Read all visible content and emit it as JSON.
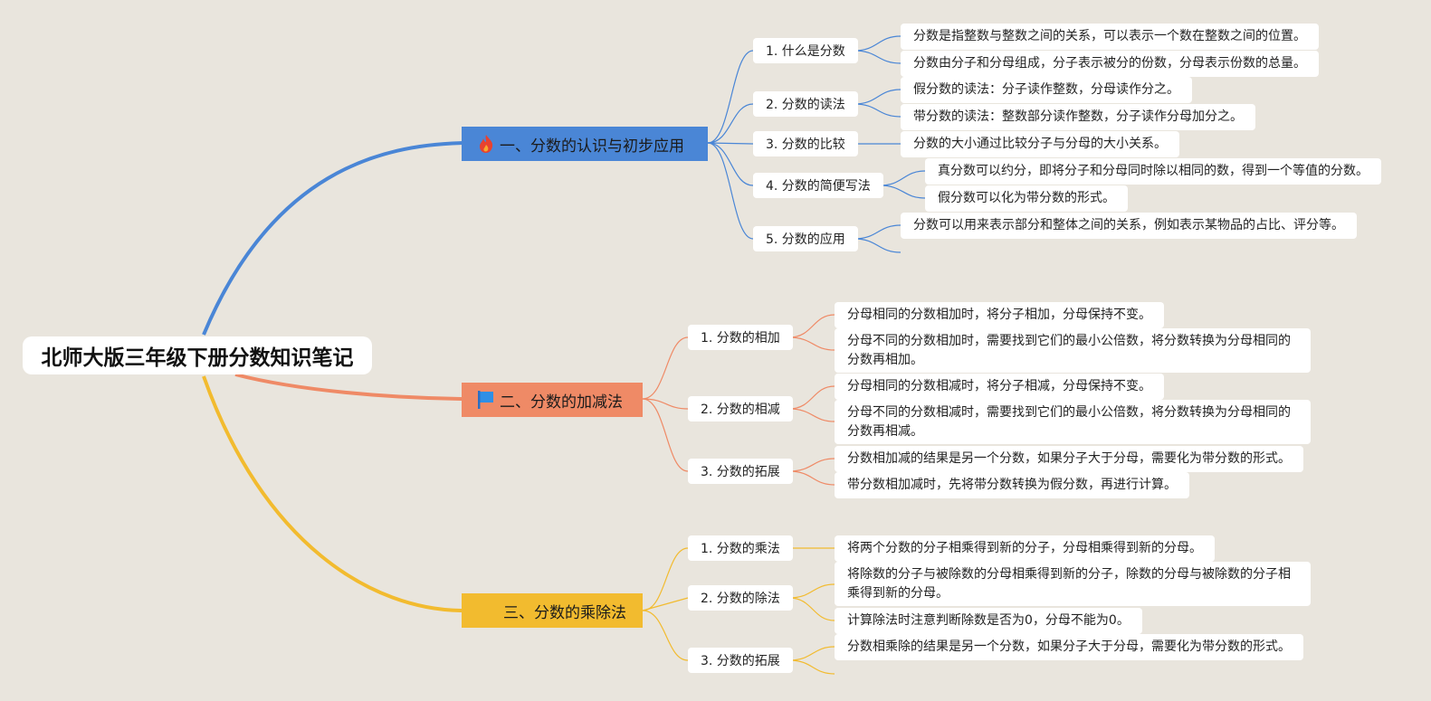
{
  "root": {
    "title": "北师大版三年级下册分数知识笔记"
  },
  "branches": [
    {
      "title": "一、分数的认识与初步应用",
      "icon": "fire-icon",
      "color": "#4a86d6",
      "topics": [
        {
          "label": "1. 什么是分数",
          "leaves": [
            "分数是指整数与整数之间的关系，可以表示一个数在整数之间的位置。",
            "分数由分子和分母组成，分子表示被分的份数，分母表示份数的总量。"
          ]
        },
        {
          "label": "2. 分数的读法",
          "leaves": [
            "假分数的读法：分子读作整数，分母读作分之。",
            "带分数的读法：整数部分读作整数，分子读作分母加分之。"
          ]
        },
        {
          "label": "3. 分数的比较",
          "leaves": [
            "分数的大小通过比较分子与分母的大小关系。"
          ]
        },
        {
          "label": "4. 分数的简便写法",
          "leaves": [
            "真分数可以约分，即将分子和分母同时除以相同的数，得到一个等值的分数。",
            "假分数可以化为带分数的形式。"
          ]
        },
        {
          "label": "5. 分数的应用",
          "leaves": [
            "分数可以用来表示部分和整体之间的关系，例如表示某物品的占比、评分等。"
          ]
        }
      ]
    },
    {
      "title": "二、分数的加减法",
      "icon": "flag-icon",
      "color": "#ef8a66",
      "topics": [
        {
          "label": "1. 分数的相加",
          "leaves": [
            "分母相同的分数相加时，将分子相加，分母保持不变。",
            "分母不同的分数相加时，需要找到它们的最小公倍数，将分数转换为分母相同的分数再相加。"
          ]
        },
        {
          "label": "2. 分数的相减",
          "leaves": [
            "分母相同的分数相减时，将分子相减，分母保持不变。",
            "分母不同的分数相减时，需要找到它们的最小公倍数，将分数转换为分母相同的分数再相减。"
          ]
        },
        {
          "label": "3. 分数的拓展",
          "leaves": [
            "分数相加减的结果是另一个分数，如果分子大于分母，需要化为带分数的形式。",
            "带分数相加减时，先将带分数转换为假分数，再进行计算。"
          ]
        }
      ]
    },
    {
      "title": "三、分数的乘除法",
      "icon": "",
      "color": "#f2bb2f",
      "topics": [
        {
          "label": "1. 分数的乘法",
          "leaves": [
            "将两个分数的分子相乘得到新的分子，分母相乘得到新的分母。"
          ]
        },
        {
          "label": "2. 分数的除法",
          "leaves": [
            "将除数的分子与被除数的分母相乘得到新的分子，除数的分母与被除数的分子相乘得到新的分母。",
            "计算除法时注意判断除数是否为0，分母不能为0。"
          ]
        },
        {
          "label": "3. 分数的拓展",
          "leaves": [
            "分数相乘除的结果是另一个分数，如果分子大于分母，需要化为带分数的形式。"
          ]
        }
      ]
    }
  ]
}
